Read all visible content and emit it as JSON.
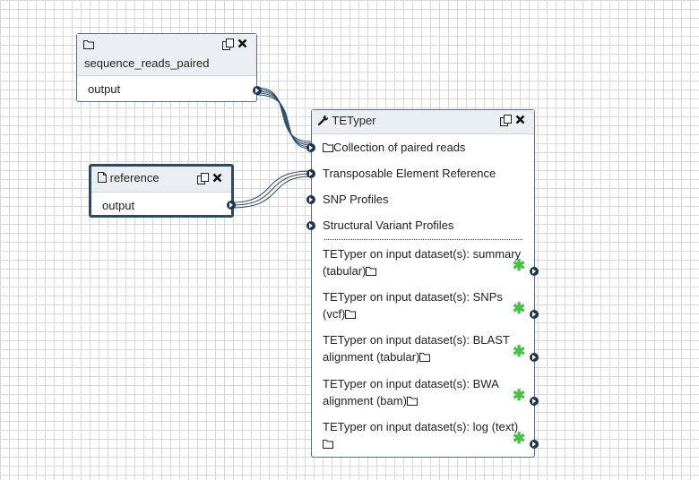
{
  "nodes": {
    "sequence_reads": {
      "title": "sequence_reads_paired",
      "icon": "folder-icon",
      "output_label": "output"
    },
    "reference": {
      "title": "reference",
      "icon": "file-icon",
      "output_label": "output"
    },
    "tetyper": {
      "title": "TETyper",
      "icon": "wrench-icon",
      "inputs": [
        {
          "label": "Collection of paired reads"
        },
        {
          "label": "Transposable Element Reference"
        },
        {
          "label": "SNP Profiles"
        },
        {
          "label": "Structural Variant Profiles"
        }
      ],
      "outputs": [
        {
          "line1": "TETyper on input dataset(s): summary",
          "line2": "(tabular)"
        },
        {
          "line1": "TETyper on input dataset(s): SNPs",
          "line2": "(vcf)"
        },
        {
          "line1": "TETyper on input dataset(s): BLAST",
          "line2": "alignment (tabular)"
        },
        {
          "line1": "TETyper on input dataset(s): BWA",
          "line2": "alignment (bam)"
        },
        {
          "line1": "TETyper on input dataset(s): log (text)",
          "line2": ""
        }
      ]
    }
  },
  "colors": {
    "terminal": "#1d3550",
    "connector": "#2b4a68",
    "star": "#46c146",
    "title_bg": "#ebeff3"
  }
}
